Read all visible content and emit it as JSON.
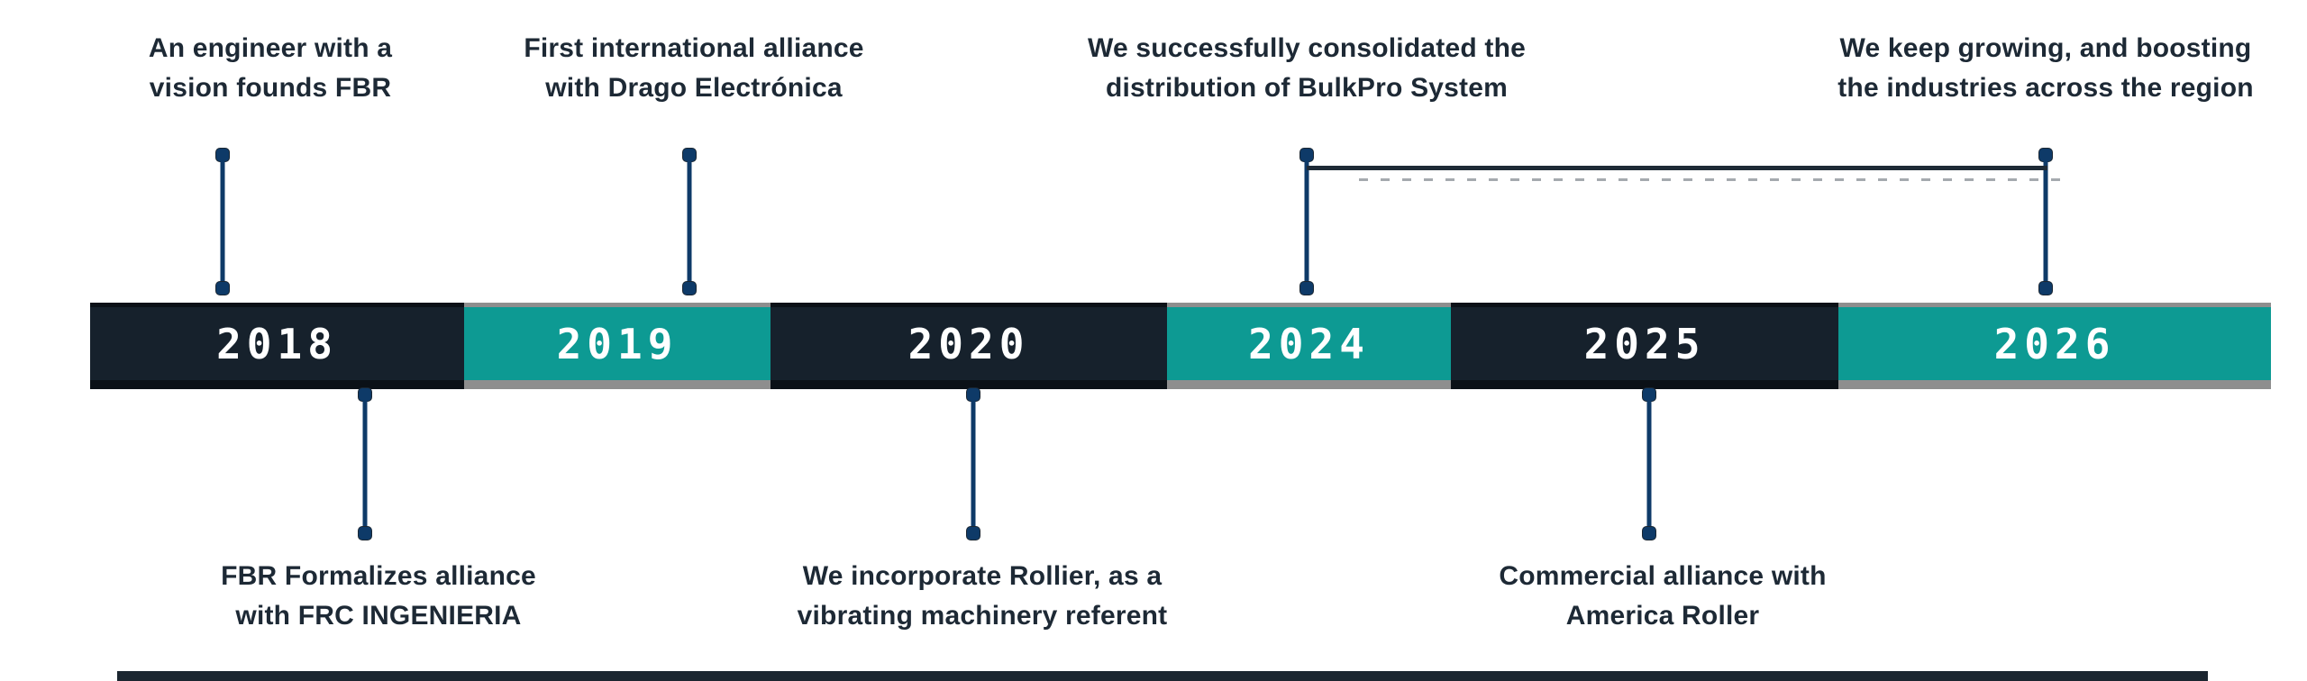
{
  "colors": {
    "segment_dark": "#16212c",
    "segment_teal": "#0d9a93",
    "segment_dark_shadow": "#0b1117",
    "segment_teal_shadow": "#8e8e8e",
    "connector_blue": "#0e3a68",
    "bracket_line": "#1e2a36",
    "label_text": "#1d2935",
    "year_text": "#ffffff",
    "background": "#ffffff"
  },
  "timeline": {
    "segments": [
      {
        "year": "2018",
        "variant": "dark"
      },
      {
        "year": "2019",
        "variant": "teal"
      },
      {
        "year": "2020",
        "variant": "dark"
      },
      {
        "year": "2024",
        "variant": "teal"
      },
      {
        "year": "2025",
        "variant": "dark"
      },
      {
        "year": "2026",
        "variant": "teal"
      }
    ]
  },
  "events_top": [
    {
      "anchor_year": "2018",
      "line1": "An engineer with a",
      "line2": "vision founds FBR"
    },
    {
      "anchor_year": "2019",
      "line1": "First international alliance",
      "line2": "with Drago Electrónica"
    },
    {
      "anchor_year": "2024",
      "line1": "We successfully consolidated the",
      "line2": "distribution of BulkPro System"
    },
    {
      "anchor_year": "2026",
      "line1": "We keep growing, and boosting",
      "line2": "the industries across the region"
    }
  ],
  "events_bottom": [
    {
      "anchor_year": "2018",
      "line1": "FBR Formalizes alliance",
      "line2": "with FRC INGENIERIA"
    },
    {
      "anchor_year": "2020",
      "line1": "We incorporate Rollier, as a",
      "line2": "vibrating machinery referent"
    },
    {
      "anchor_year": "2025",
      "line1": "Commercial alliance with",
      "line2": "America Roller"
    }
  ]
}
